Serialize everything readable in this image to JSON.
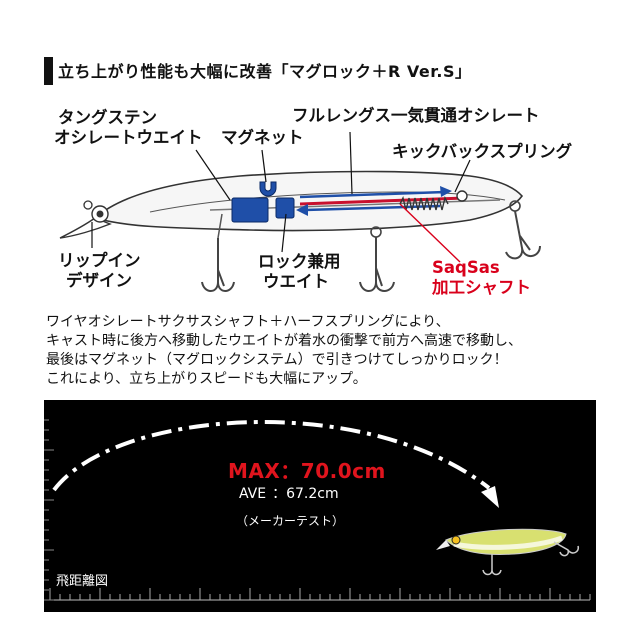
{
  "heading": "立ち上がり性能も大幅に改善「マグロック＋R Ver.S」",
  "labels": {
    "tungsten_1": "タングステン",
    "tungsten_2": "オシレートウエイト",
    "magnet": "マグネット",
    "full_length": "フルレングス一気貫通オシレート",
    "kickback": "キックバックスプリング",
    "lip_1": "リップイン",
    "lip_2": "デザイン",
    "lock_1": "ロック兼用",
    "lock_2": "ウエイト",
    "saqsas_1": "SaqSas",
    "saqsas_2": "加工シャフト"
  },
  "description": [
    "ワイヤオシレートサクサスシャフト＋ハーフスプリングにより、",
    "キャスト時に後方へ移動したウエイトが着水の衝撃で前方へ高速で移動し、",
    "最後はマグネット（マグロックシステム）で引きつけてしっかりロック！",
    "これにより、立ち上がりスピードも大幅にアップ。"
  ],
  "distance": {
    "max": "MAX：70.0cm",
    "ave_label": "AVE",
    "ave_value": "：67.2cm",
    "note": "（メーカーテスト）",
    "caption": "飛距離図"
  },
  "colors": {
    "accent_red": "#d9001b",
    "blue": "#1f4fa8",
    "panel": "#000000"
  }
}
